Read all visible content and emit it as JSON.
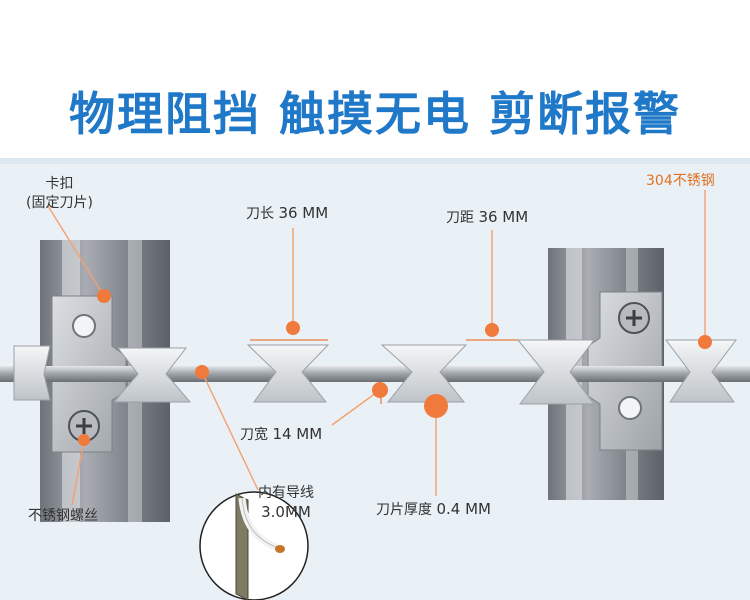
{
  "headline": "物理阻挡 触摸无电 剪断报警",
  "labels": {
    "clip_line1": "卡扣",
    "clip_line2": "(固定刀片)",
    "blade_length_prefix": "刀长",
    "blade_length_value": "36 MM",
    "blade_spacing_prefix": "刀距",
    "blade_spacing_value": "36 MM",
    "material": "304不锈钢",
    "blade_width_prefix": "刀宽",
    "blade_width_value": "14 MM",
    "inner_wire_line1": "内有导线",
    "inner_wire_line2": "3.0MM",
    "blade_thickness_prefix": "刀片厚度",
    "blade_thickness_value": "0.4 MM",
    "screw": "不锈钢螺丝"
  },
  "colors": {
    "headline": "#1f78c8",
    "marker": "#f07a3c",
    "leader_line": "#f4a070",
    "material_label": "#e07020",
    "backdrop": "#e9f1f7",
    "post": "#8c9098",
    "bracket": "#c9ccd0",
    "blade": "#dfe3e6",
    "rod": "#b8bcc0"
  }
}
